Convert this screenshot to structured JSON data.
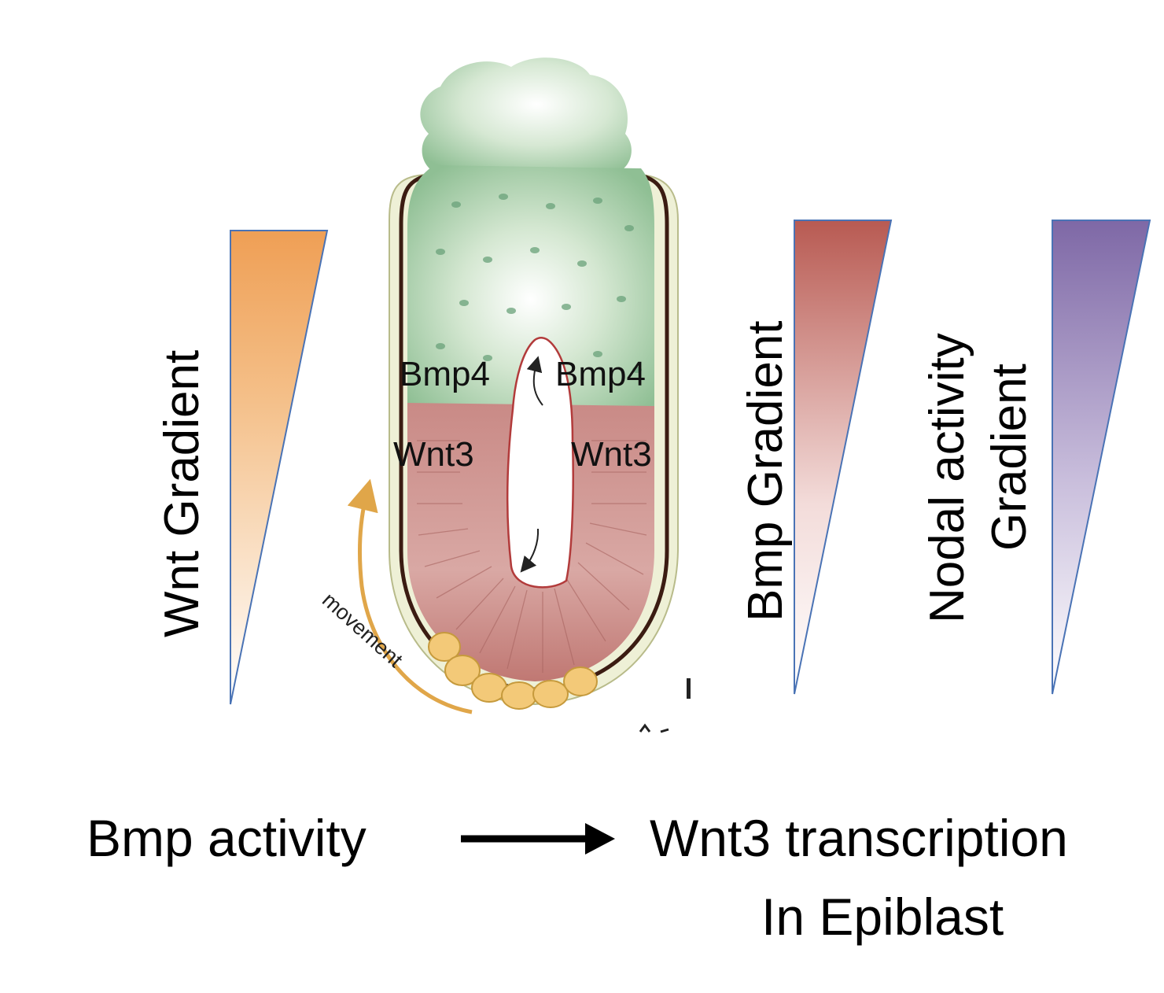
{
  "gradients": {
    "wnt": {
      "label": "Wnt Gradient",
      "color": "#ef9f55"
    },
    "bmp": {
      "label": "Bmp Gradient",
      "color": "#b85a52"
    },
    "nodal": {
      "label_line1": "Nodal activity",
      "label_line2": "Gradient",
      "color": "#7e68a6"
    }
  },
  "embryo": {
    "bmp4_left": "Bmp4",
    "bmp4_right": "Bmp4",
    "wnt3_left": "Wnt3",
    "wnt3_right": "Wnt3",
    "movement_label": "movement",
    "colors": {
      "extraembryonic": "#8fbf94",
      "ectoplacental_cone": "#a9cfa8",
      "epiblast": "#c98a86",
      "visceral_endoderm": "#eef0d6",
      "distal_cells": "#f3c978",
      "movement_arrow": "#e0a649"
    }
  },
  "relation": {
    "source": "Bmp activity",
    "target_line1": "Wnt3 transcription",
    "target_line2": "In Epiblast"
  }
}
